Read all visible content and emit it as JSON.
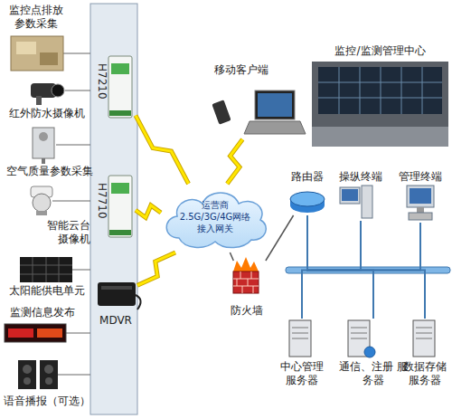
{
  "diagram": {
    "nodes": [
      {
        "text": [
          "监控点排放 参数采集"
        ]
      },
      {
        "text": [
          "红外防水摄像机"
        ]
      },
      {
        "text": [
          "空气质量参数采集"
        ]
      },
      {
        "text": [
          "智能云台 摄像机"
        ]
      },
      {
        "text": [
          "太阳能供电单元"
        ]
      },
      {
        "text": [
          "监测信息发布"
        ]
      },
      {
        "text": [
          "语音播报（可选）"
        ]
      },
      {
        "text": [
          "H7210"
        ]
      },
      {
        "text": [
          "H7710"
        ]
      },
      {
        "text": [
          "MDVR"
        ]
      },
      {
        "text": [
          "运营商 2.5G/3G/4G网络 接入网关"
        ]
      },
      {
        "text": [
          "移动客户端"
        ]
      },
      {
        "text": [
          "监控/监测管理中心"
        ]
      },
      {
        "text": [
          "路由器"
        ]
      },
      {
        "text": [
          "操纵终端"
        ]
      },
      {
        "text": [
          "管理终端"
        ]
      },
      {
        "text": [
          "防火墙"
        ]
      },
      {
        "text": [
          "中心管理 服务器"
        ]
      },
      {
        "text": [
          "通信、注册 服务器"
        ]
      },
      {
        "text": [
          "数据存储 服务器"
        ]
      }
    ],
    "edges": [
      {
        "from": 7,
        "to": 10,
        "arrow": "none"
      },
      {
        "from": 8,
        "to": 10,
        "arrow": "none"
      },
      {
        "from": 9,
        "to": 10,
        "arrow": "none"
      },
      {
        "from": 10,
        "to": 11,
        "arrow": "none"
      },
      {
        "from": 10,
        "to": 16,
        "arrow": "none"
      },
      {
        "from": 16,
        "to": 13,
        "arrow": "none"
      },
      {
        "from": 13,
        "to": 14,
        "arrow": "none"
      },
      {
        "from": 13,
        "to": 15,
        "arrow": "none"
      },
      {
        "from": 13,
        "to": 17,
        "arrow": "none"
      },
      {
        "from": 13,
        "to": 18,
        "arrow": "none"
      },
      {
        "from": 13,
        "to": 19,
        "arrow": "none"
      }
    ]
  }
}
